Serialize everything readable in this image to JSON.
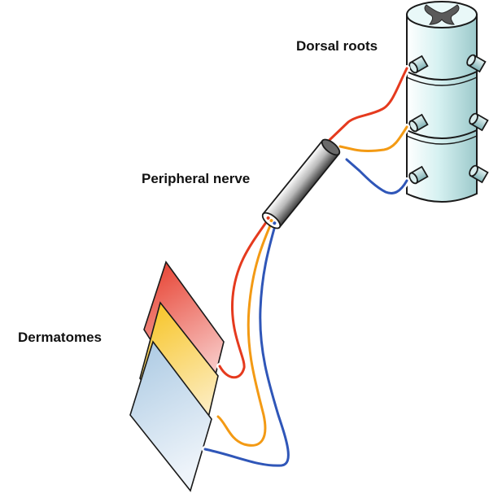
{
  "labels": {
    "dorsal_roots": "Dorsal roots",
    "peripheral_nerve": "Peripheral nerve",
    "dermatomes": "Dermatomes"
  },
  "colors": {
    "red_fiber": "#e53a1e",
    "orange_fiber": "#f39a14",
    "blue_fiber": "#2f56b8",
    "cord_light": "#f2fbfb",
    "cord_mid": "#cfeeee",
    "cord_dark": "#8fc4c6",
    "nerve_light": "#f5f5f5",
    "nerve_dark": "#3a3a3a"
  }
}
